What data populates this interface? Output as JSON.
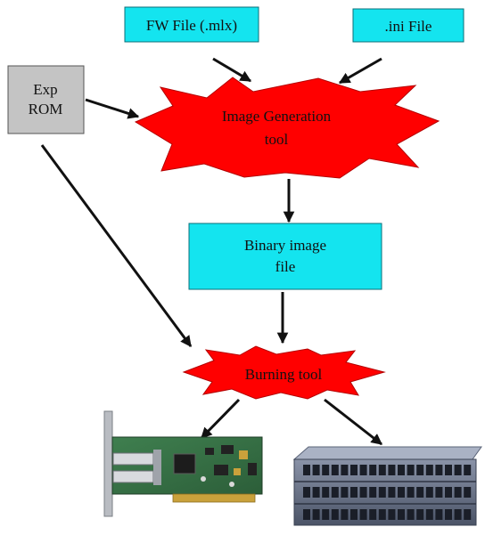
{
  "nodes": {
    "fw_file": {
      "label": "FW File (.mlx)"
    },
    "ini_file": {
      "label": ".ini File"
    },
    "exp_rom": {
      "line1": "Exp",
      "line2": "ROM"
    },
    "image_gen": {
      "line1": "Image Generation",
      "line2": "tool"
    },
    "binary_image": {
      "line1": "Binary image",
      "line2": "file"
    },
    "burning_tool": {
      "label": "Burning tool"
    }
  },
  "targets": {
    "nic_card": "network-adapter-card",
    "switch": "network-switch"
  },
  "colors": {
    "cyan_box": "#14e4ef",
    "gray_box": "#c4c4c4",
    "star_red": "#ff0000",
    "arrow": "#111111"
  }
}
